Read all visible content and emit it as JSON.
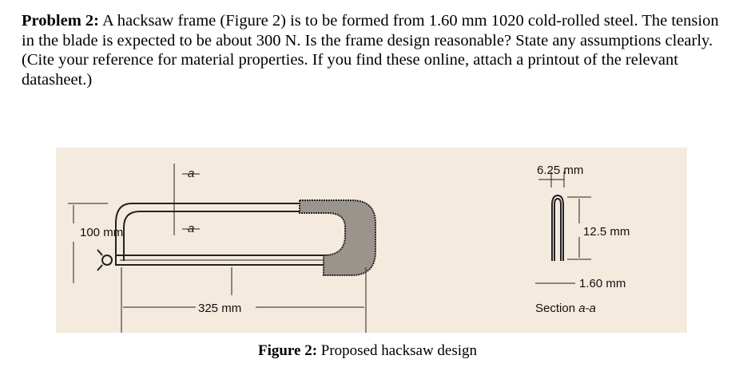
{
  "problem": {
    "heading": "Problem 2:",
    "body": " A hacksaw frame (Figure 2) is to be formed from 1.60 mm 1020 cold-rolled steel. The tension in the blade is expected to be about 300 N. Is the frame design reasonable? State any assumptions clearly.",
    "note": "(Cite your reference for material properties. If you find these online, attach a printout of the relevant datasheet.)"
  },
  "figure": {
    "labels": {
      "height": "100 mm",
      "length": "325 mm",
      "section_a": "a",
      "width": "6.25 mm",
      "depth": "12.5 mm",
      "thickness": "1.60 mm",
      "section_title": "Section ",
      "section_id": "a-a"
    },
    "caption_label": "Figure 2:",
    "caption_text": " Proposed hacksaw design"
  }
}
